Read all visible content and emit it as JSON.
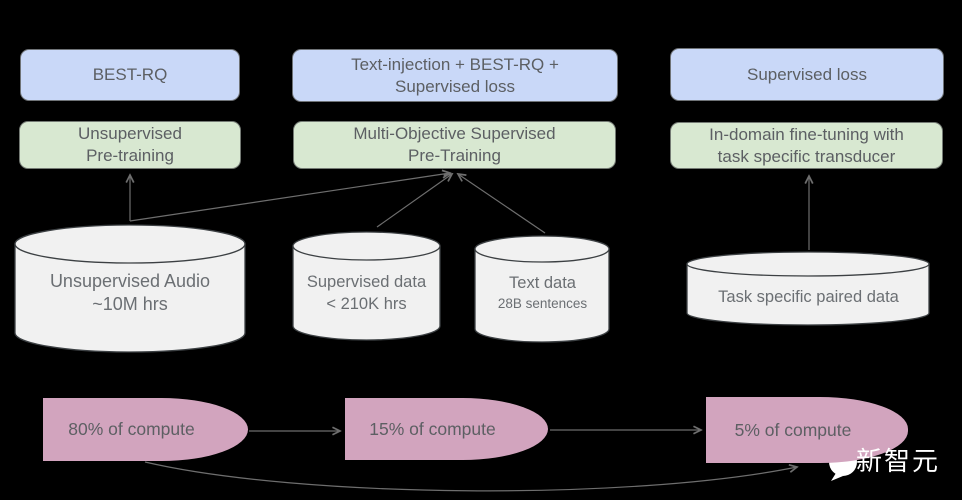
{
  "loss_row": [
    {
      "label": "BEST-RQ"
    },
    {
      "line1": "Text-injection + BEST-RQ +",
      "line2": "Supervised loss"
    },
    {
      "label": "Supervised loss"
    }
  ],
  "stage_row": [
    {
      "line1": "Unsupervised",
      "line2": "Pre-training"
    },
    {
      "line1": "Multi-Objective Supervised",
      "line2": "Pre-Training"
    },
    {
      "line1": "In-domain fine-tuning with",
      "line2": "task specific transducer"
    }
  ],
  "data_row": [
    {
      "line1": "Unsupervised Audio",
      "line2": "~10M hrs"
    },
    {
      "line1": "Supervised data",
      "line2": "< 210K hrs"
    },
    {
      "line1": "Text data",
      "line2": "28B sentences"
    },
    {
      "line1": "Task specific paired data"
    }
  ],
  "compute_row": [
    {
      "label": "80% of compute"
    },
    {
      "label": "15% of compute"
    },
    {
      "label": "5% of compute"
    }
  ],
  "watermark": {
    "text": "新智元",
    "icon": "wechat-chat-bubbles"
  },
  "colors": {
    "background": "#000000",
    "loss_box_fill": "#c9d8f8",
    "stage_box_fill": "#d8e8d1",
    "cylinder_fill": "#f1f1f1",
    "compute_pill_fill": "#d2a4be",
    "arrow": "#6e6e6e",
    "box_text": "#5c5f63",
    "watermark_text": "#ffffff"
  }
}
